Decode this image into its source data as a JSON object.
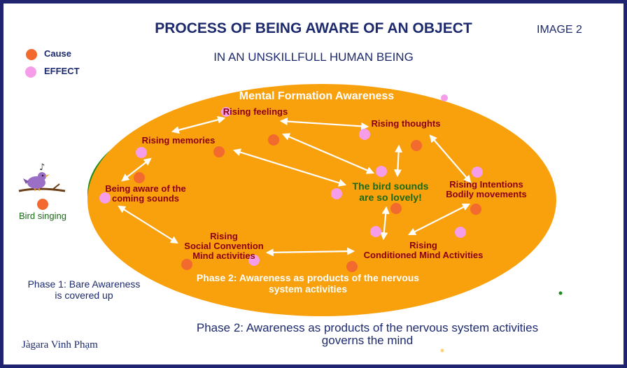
{
  "title": "PROCESS OF BEING AWARE OF AN OBJECT",
  "subtitle": "IN AN UNSKILLFULL HUMAN BEING",
  "image_label": "IMAGE 2",
  "legend": {
    "cause": "Cause",
    "effect": "EFFECT"
  },
  "colors": {
    "frame": "#1f2370",
    "ellipse_fill": "#f9a10c",
    "ellipse_back": "#1d8a1d",
    "cause_dot": "#f26a2e",
    "effect_dot": "#f59de8",
    "node_text": "#8b0012",
    "title_text": "#1d2a6e",
    "center_text": "#1b6a17"
  },
  "ellipse": {
    "header": "Mental Formation Awareness",
    "phase2_line1": "Phase 2: Awareness as products of the nervous",
    "phase2_line2": "system activities"
  },
  "nodes": {
    "rising_feelings": "Rising feelings",
    "rising_memories": "Rising memories",
    "rising_thoughts": "Rising thoughts",
    "being_aware_line1": "Being aware of the",
    "being_aware_line2": "coming sounds",
    "bird_sounds_line1": "The bird sounds",
    "bird_sounds_line2": "are so lovely!",
    "intentions_line1": "Rising Intentions",
    "intentions_line2": "Bodily movements",
    "social_line1": "Rising",
    "social_line2": "Social Convention",
    "social_line3": "Mind activities",
    "conditioned_line1": "Rising",
    "conditioned_line2": "Conditioned Mind Activities"
  },
  "bird": {
    "icon": "bird-on-branch-icon",
    "label": "Bird singing"
  },
  "phase1": {
    "line1": "Phase 1: Bare Awareness",
    "line2": "is covered up"
  },
  "phase2_caption": {
    "line1": "Phase 2: Awareness as products of the nervous system activities",
    "line2": "governs the mind"
  },
  "author": "Jàgara Vinh Phạm"
}
